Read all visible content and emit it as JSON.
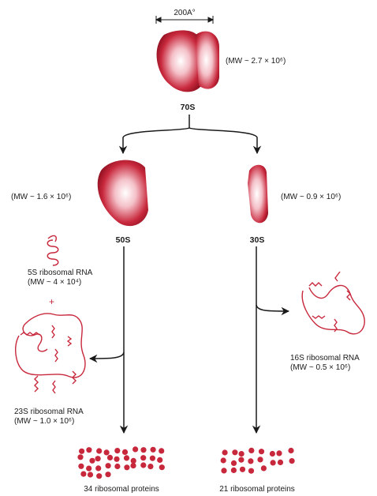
{
  "scale_label": "200A°",
  "ribosome_70s": {
    "label": "70S",
    "mw": "(MW ~ 2.7 × 10⁶)"
  },
  "subunit_50s": {
    "label": "50S",
    "mw": "(MW ~ 1.6 × 10⁶)"
  },
  "subunit_30s": {
    "label": "30S",
    "mw": "(MW ~ 0.9 × 10⁶)"
  },
  "rna_5s": {
    "name": "5S ribosomal RNA",
    "mw": "(MW ~ 4 × 10⁴)"
  },
  "plus_sign": "+",
  "rna_23s": {
    "name": "23S ribosomal RNA",
    "mw": "(MW ~ 1.0 × 10⁶)"
  },
  "rna_16s": {
    "name": "16S ribosomal RNA",
    "mw": "(MW ~ 0.5 × 10⁶)"
  },
  "proteins_50s": {
    "label": "34 ribosomal proteins",
    "count": 34
  },
  "proteins_30s": {
    "label": "21 ribosomal proteins",
    "count": 21
  },
  "colors": {
    "ribosome": "#c8283c",
    "ribosome_dark": "#8c1020",
    "highlight": "#ffffff",
    "line": "#1a1a1a"
  }
}
